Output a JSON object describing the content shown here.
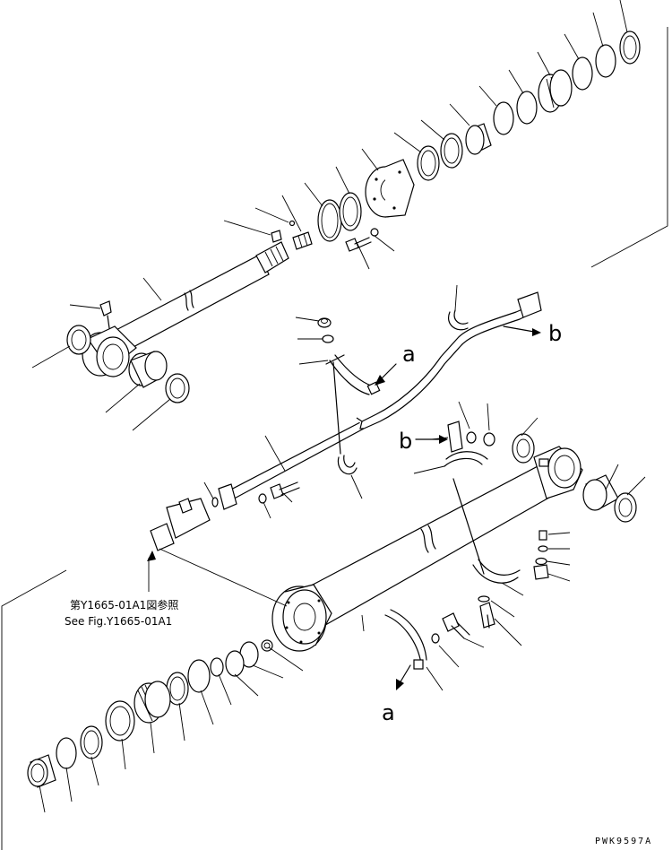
{
  "callouts": {
    "label_a_upper": "a",
    "label_b_upper": "b",
    "label_b_lower": "b",
    "label_a_lower": "a"
  },
  "reference_note": {
    "japanese": "第Y1665-01A1図参照",
    "english": "See Fig.Y1665-01A1"
  },
  "drawing_code": "PWK9597A"
}
